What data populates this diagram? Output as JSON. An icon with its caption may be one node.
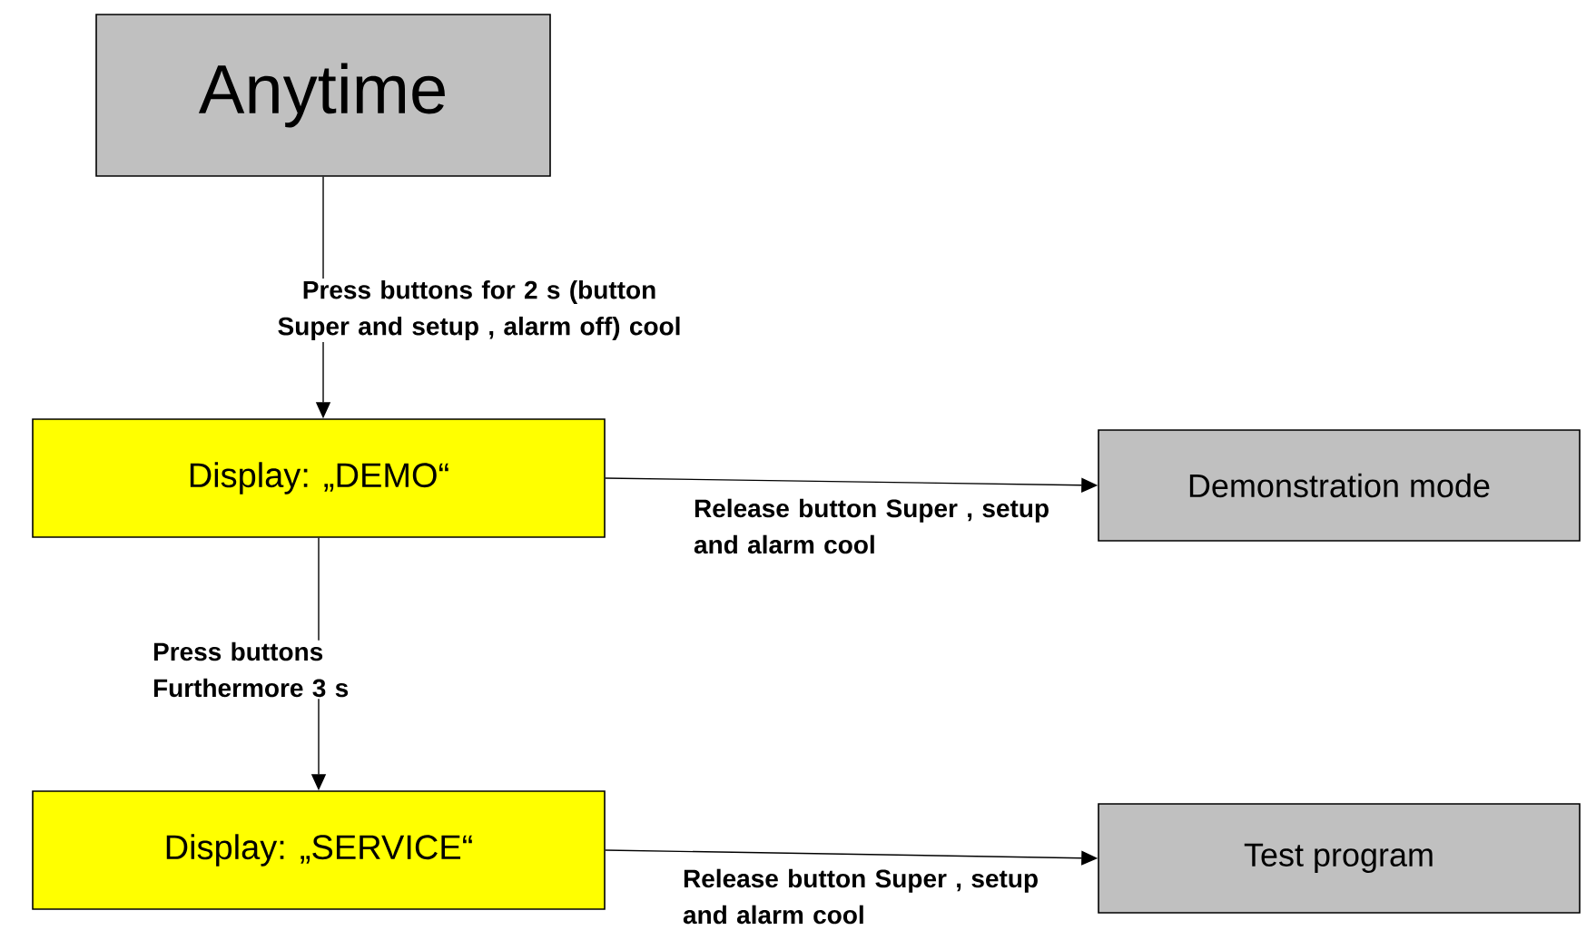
{
  "diagram": {
    "nodes": [
      {
        "text": [
          "Anytime"
        ]
      },
      {
        "text": [
          "Display: „DEMO“"
        ]
      },
      {
        "text": [
          "Demonstration mode"
        ]
      },
      {
        "text": [
          "Display: „SERVICE“"
        ]
      },
      {
        "text": [
          "Test program"
        ]
      }
    ],
    "edges": [
      {
        "from": 0,
        "to": 1,
        "arrow": "to",
        "label": "Press buttons for 2 s (button Super and setup , alarm off) cool"
      },
      {
        "from": 1,
        "to": 2,
        "arrow": "to",
        "label": "Release button Super , setup and alarm cool"
      },
      {
        "from": 1,
        "to": 3,
        "arrow": "to",
        "label": "Press buttons Furthermore 3 s"
      },
      {
        "from": 3,
        "to": 4,
        "arrow": "to",
        "label": "Release button Super , setup and alarm cool"
      }
    ]
  }
}
